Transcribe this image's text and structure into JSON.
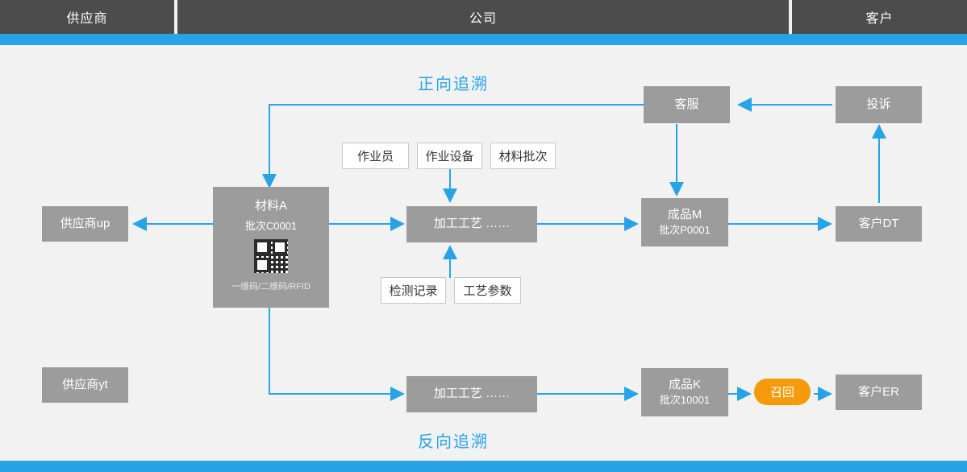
{
  "header": {
    "lanes": [
      {
        "label": "供应商"
      },
      {
        "label": "公司"
      },
      {
        "label": "客户"
      }
    ]
  },
  "labels": {
    "forward": "正向追溯",
    "backward": "反向追溯"
  },
  "nodes": {
    "supplier_up": {
      "label": "供应商up"
    },
    "supplier_yt": {
      "label": "供应商yt"
    },
    "material": {
      "name": "材料A",
      "batch": "批次C0001",
      "code_types": "一维码/二维码/RFID",
      "qr_icon": "qr-code-icon"
    },
    "process_top": {
      "label": "加工工艺  ……"
    },
    "process_bottom": {
      "label": "加工工艺  ……"
    },
    "product_m": {
      "name": "成品M",
      "batch": "批次P0001"
    },
    "product_k": {
      "name": "成品K",
      "batch": "批次10001"
    },
    "customer_dt": {
      "label": "客户DT"
    },
    "customer_er": {
      "label": "客户ER"
    },
    "customer_service": {
      "label": "客服"
    },
    "complaint": {
      "label": "投诉"
    },
    "recall": {
      "label": "召回"
    }
  },
  "attributes": {
    "operator": "作业员",
    "equipment": "作业设备",
    "material_batch": "材料批次",
    "inspection_record": "检测记录",
    "process_parameters": "工艺参数"
  },
  "colors": {
    "accent": "#29a3e8",
    "lane": "#4c4c4c",
    "node": "#9c9c9c",
    "recall": "#f49a0b",
    "background": "#f2f2f2"
  }
}
